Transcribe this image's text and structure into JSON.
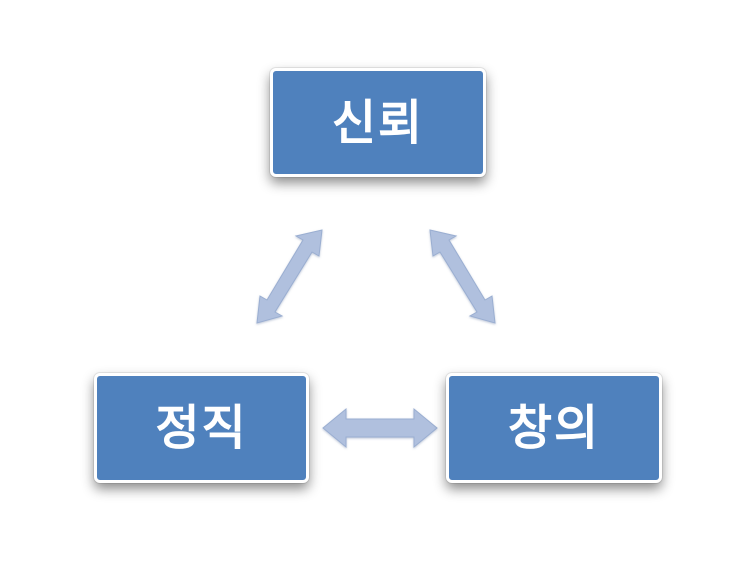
{
  "diagram": {
    "nodes": {
      "top": "신뢰",
      "left": "정직",
      "right": "창의"
    },
    "connections": [
      {
        "from": "top",
        "to": "left",
        "type": "bidirectional"
      },
      {
        "from": "top",
        "to": "right",
        "type": "bidirectional"
      },
      {
        "from": "left",
        "to": "right",
        "type": "bidirectional"
      }
    ]
  },
  "colors": {
    "node_fill": "#4f81bd",
    "node_border": "#ffffff",
    "arrow_fill": "#b0c0de",
    "label_text": "#ffffff"
  }
}
